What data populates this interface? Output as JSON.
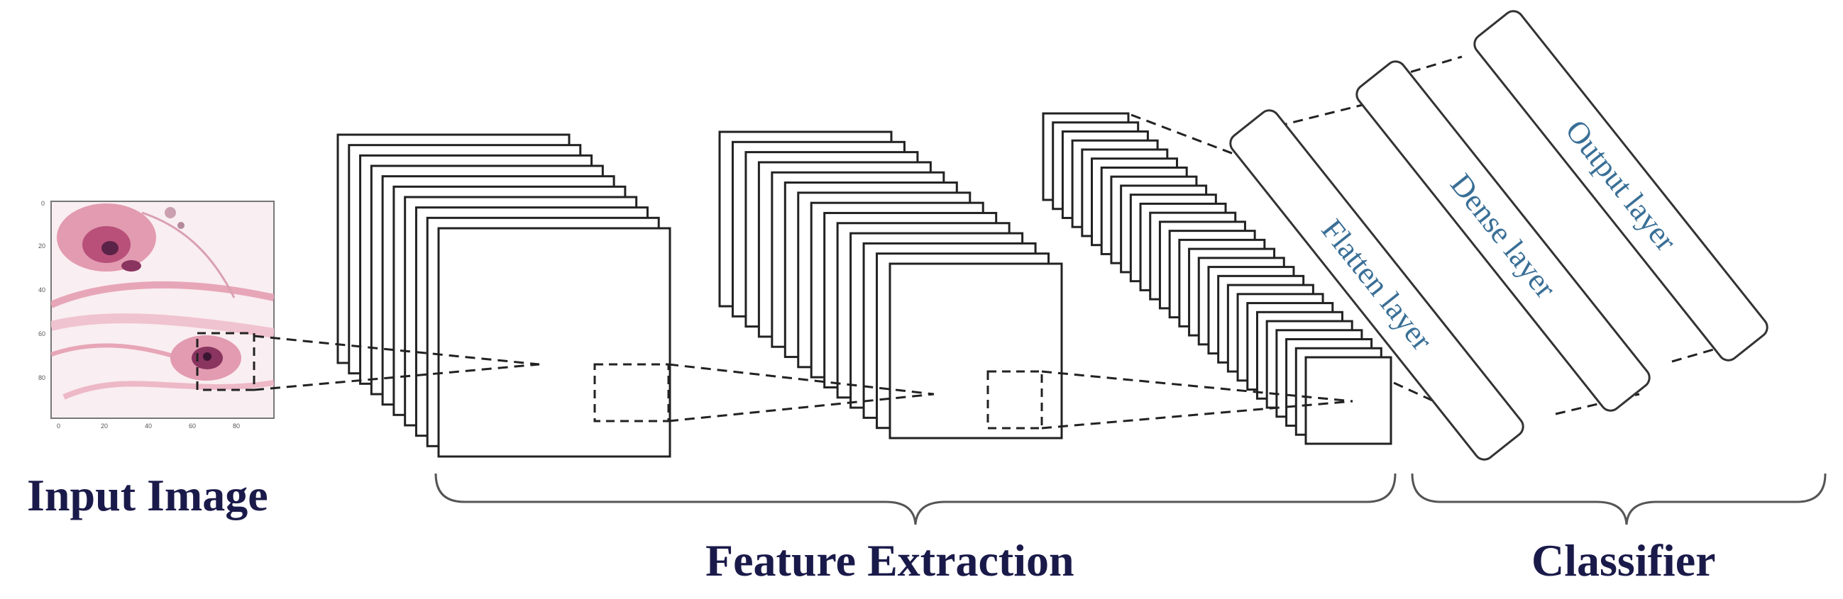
{
  "captions": {
    "input_image": "Input Image",
    "feature_extraction": "Feature Extraction",
    "classifier": "Classifier"
  },
  "classifier_layers": {
    "flatten": "Flatten layer",
    "dense": "Dense layer",
    "output": "Output layer"
  },
  "input_axes": {
    "x_ticks": [
      "0",
      "20",
      "40",
      "60",
      "80"
    ],
    "y_ticks": [
      "0",
      "20",
      "40",
      "60",
      "80"
    ]
  },
  "colors": {
    "caption": "#1a1a4a",
    "layer_label": "#3a6f96",
    "tissue": "#e7a6b8",
    "stroke": "#333333"
  }
}
